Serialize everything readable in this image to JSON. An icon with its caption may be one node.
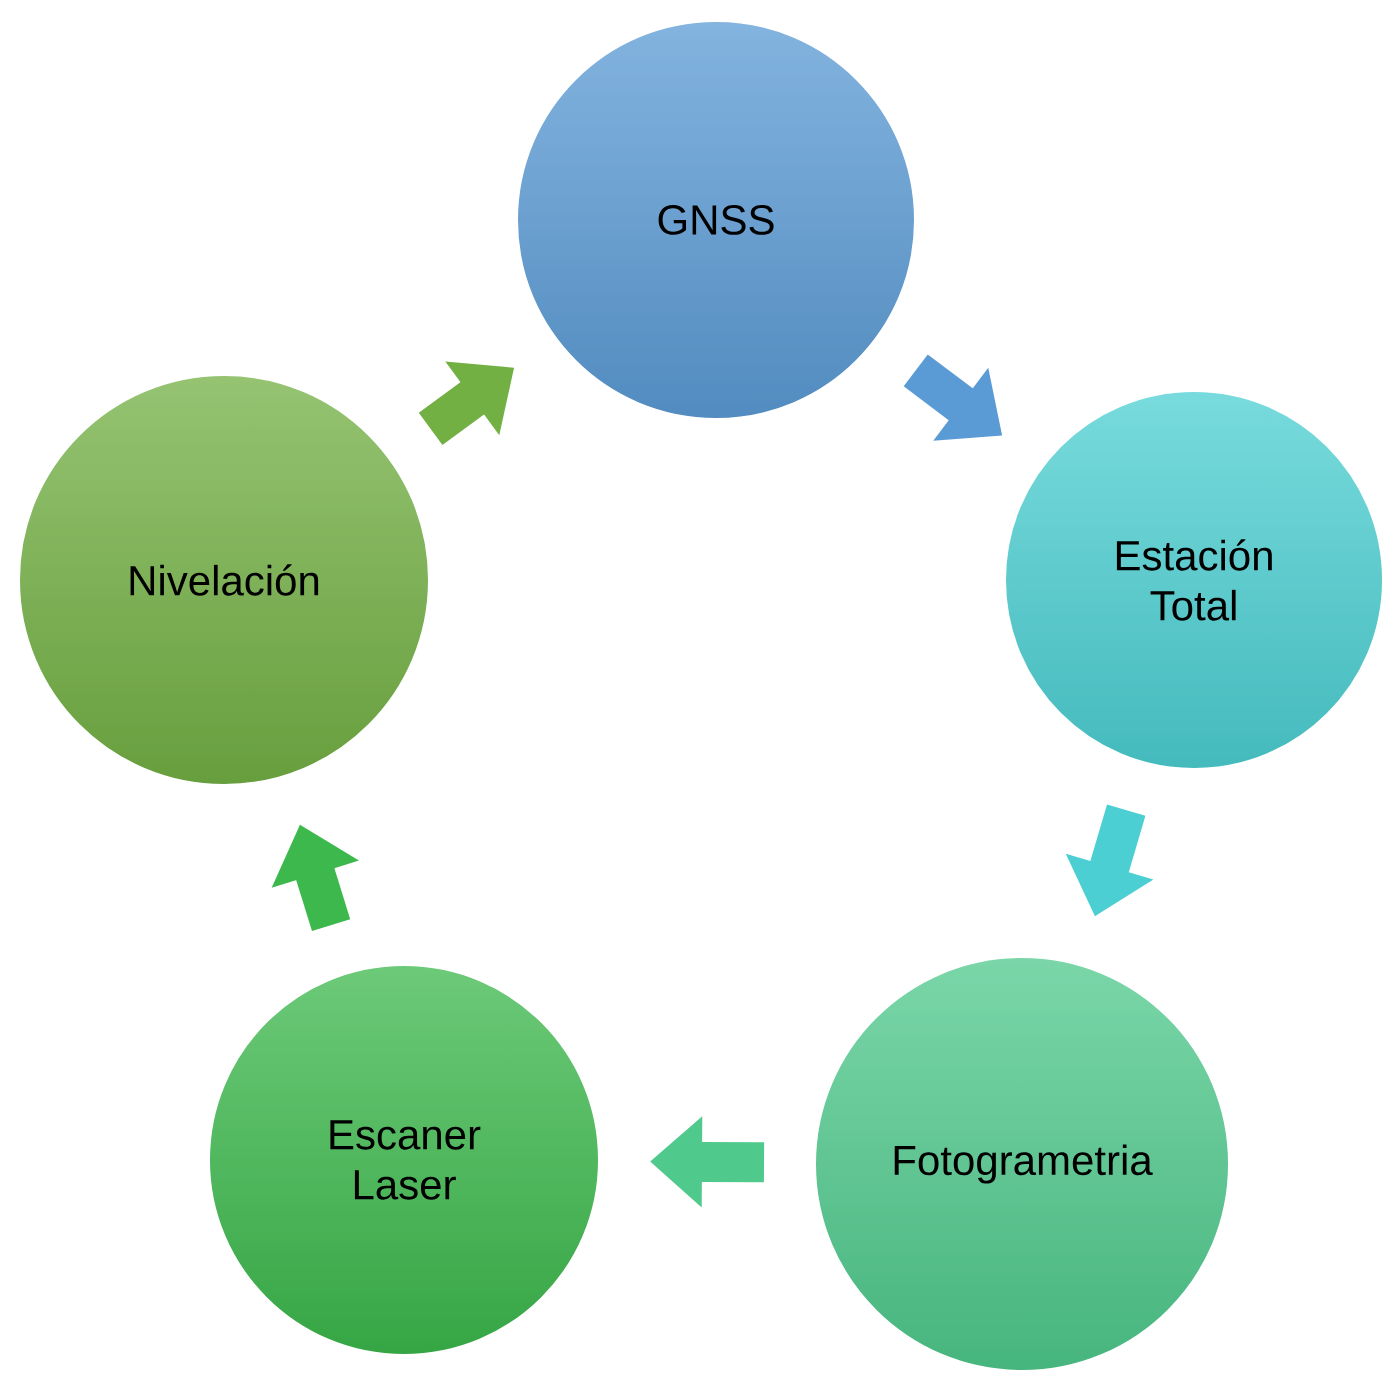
{
  "diagram": {
    "nodes": [
      {
        "text": [
          "GNSS"
        ]
      },
      {
        "text": [
          "Estación Total"
        ]
      },
      {
        "text": [
          "Fotogrametria"
        ]
      },
      {
        "text": [
          "Escaner Laser"
        ]
      },
      {
        "text": [
          "Nivelación"
        ]
      }
    ],
    "edges": [
      {
        "from": 0,
        "to": 1,
        "arrow": "to",
        "color": "#5b9bd5"
      },
      {
        "from": 1,
        "to": 2,
        "arrow": "to",
        "color": "#4ccfd2"
      },
      {
        "from": 2,
        "to": 3,
        "arrow": "to",
        "color": "#4fc98c"
      },
      {
        "from": 3,
        "to": 4,
        "arrow": "to",
        "color": "#3cb84c"
      },
      {
        "from": 4,
        "to": 0,
        "arrow": "to",
        "color": "#73b044"
      }
    ]
  }
}
